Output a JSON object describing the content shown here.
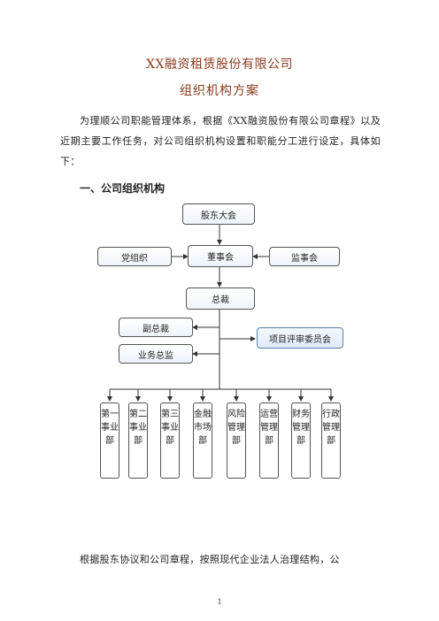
{
  "document": {
    "title": "XX融资租赁股份有限公司",
    "subtitle": "组织机构方案",
    "intro": "为理顺公司职能管理体系，根据《XX融资股份有限公司章程》以及近期主要工作任务，对公司组织机构设置和职能分工进行设定，具体如下：",
    "section_heading": "一、公司组织机构",
    "bottom_text": "根据股东协议和公司章程，按照现代企业法人治理结构，公",
    "page_number": "1"
  },
  "org": {
    "shareholders": "股东大会",
    "board": "董事会",
    "party": "党组织",
    "supervisors": "监事会",
    "ceo": "总裁",
    "vice_president": "副总裁",
    "business_director": "业务总监",
    "committee": "项目评审委员会",
    "departments": [
      "第一事业部",
      "第二事业部",
      "第三事业部",
      "金融市场部",
      "风险管理部",
      "运营管理部",
      "财务管理部",
      "行政管理部"
    ]
  }
}
